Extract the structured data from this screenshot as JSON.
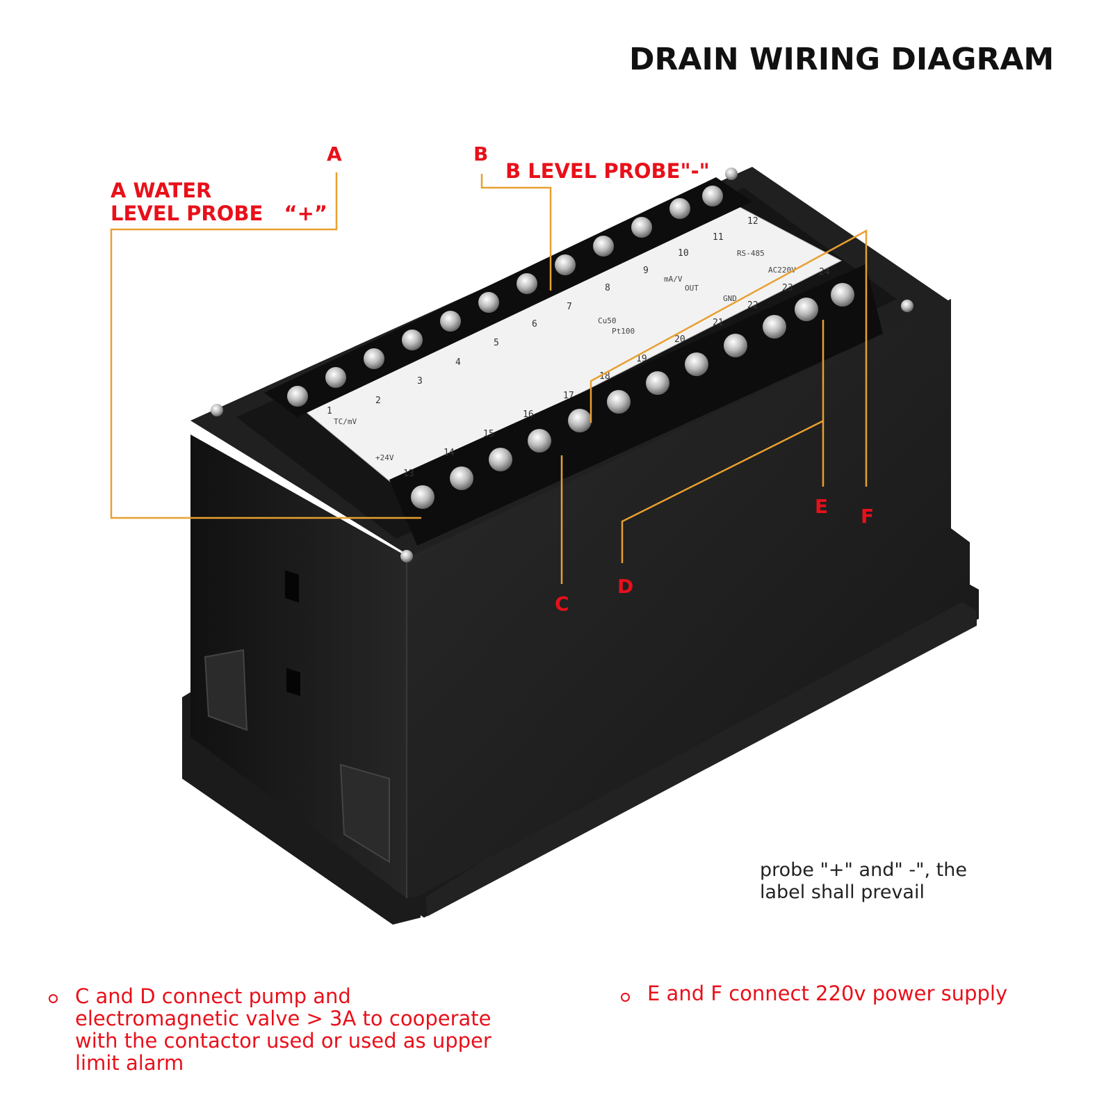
{
  "title": "DRAIN WIRING DIAGRAM",
  "markers": {
    "a": "A",
    "b": "B",
    "c": "C",
    "d": "D",
    "e": "E",
    "f": "F"
  },
  "probe_a": {
    "line1": "A WATER",
    "line2": "LEVEL PROBE   “+”"
  },
  "probe_b": "B LEVEL PROBE\"-\"",
  "note": {
    "line1": "probe \"+\" and\" -\", the",
    "line2": "label shall prevail"
  },
  "bullets": {
    "cd": {
      "line1": "C and D connect pump and",
      "line2": "electromagnetic valve > 3A to cooperate",
      "line3": "with the contactor used or used as upper",
      "line4": "limit alarm"
    },
    "ef": "E and F connect 220v power supply"
  },
  "panel": {
    "terminal_numbers_top": [
      "1",
      "2",
      "3",
      "4",
      "5",
      "6",
      "7",
      "8",
      "9",
      "10",
      "11",
      "12"
    ],
    "terminal_numbers_bottom": [
      "13",
      "14",
      "15",
      "16",
      "17",
      "18",
      "19",
      "20",
      "21",
      "22",
      "23",
      "24"
    ],
    "labels": {
      "tc": "TC/mV",
      "cu50": "Cu50",
      "pt100": "Pt100",
      "out": "OUT",
      "ma": "mA/V",
      "rs485": "RS-485",
      "gnd": "GND",
      "ac220": "AC220V",
      "v24": "+24V"
    }
  },
  "colors": {
    "accent_red": "#e8101a",
    "leader_orange": "#e8a030",
    "housing": "#1c1c1c",
    "label_plate": "#f2f2f2"
  }
}
